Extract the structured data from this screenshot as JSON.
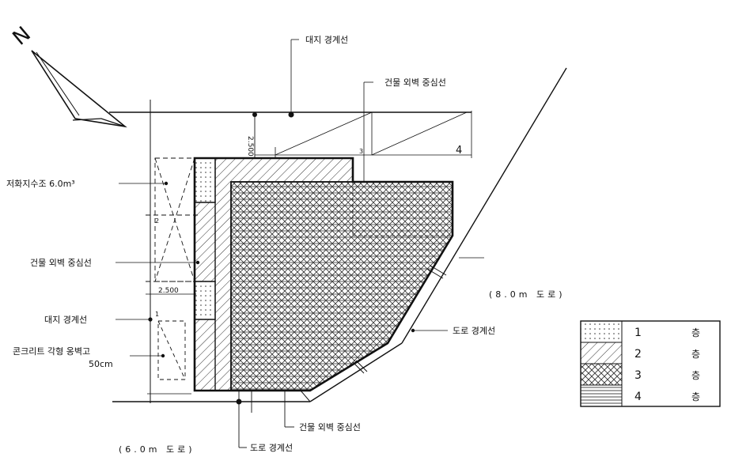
{
  "north_mark": "N",
  "labels": {
    "site_boundary_top": "대지 경계선",
    "bldg_wall_center_top": "건물 외벽 중심선",
    "fire_tank": "저화지수조 6.0m³",
    "bldg_wall_center_left": "건물 외벽 중심선",
    "site_boundary_left": "대지 경계선",
    "retaining_wall": "콘크리트 각형 옹벽고",
    "retaining_wall_sub": "50cm",
    "road_boundary_right": "도로 경계선",
    "bldg_wall_center_bottom": "건물 외벽 중심선",
    "road_boundary_bottom": "도로 경계선"
  },
  "roads": {
    "right": "(8.0m 도로)",
    "bottom": "(6.0m 도로)"
  },
  "dimensions": {
    "top_setback": "2.500",
    "left_setback": "2.500",
    "slope_ratio": "4",
    "small_2": "2",
    "small_1": "1",
    "small_3": "3"
  },
  "legend": {
    "unit": "층",
    "rows": [
      {
        "floor": "1",
        "pattern": "dots"
      },
      {
        "floor": "2",
        "pattern": "diag"
      },
      {
        "floor": "3",
        "pattern": "cross"
      },
      {
        "floor": "4",
        "pattern": "horiz"
      }
    ]
  }
}
